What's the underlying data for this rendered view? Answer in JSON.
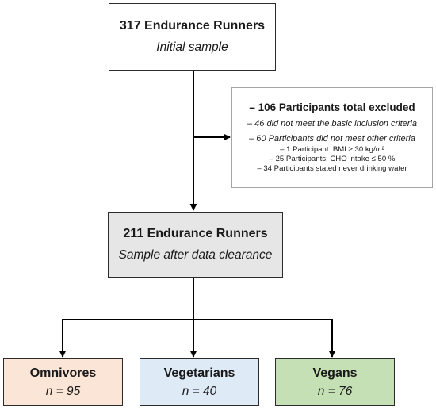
{
  "initial": {
    "title": "317 Endurance Runners",
    "subtitle": "Initial sample"
  },
  "excluded": {
    "title": "– 106 Participants total excluded",
    "line1": "– 46 did not meet the basic inclusion criteria",
    "line2": "– 60 Participants did not meet other criteria",
    "sub1": "– 1 Participant: BMI ≥ 30 kg/m²",
    "sub2": "– 25 Participants: CHO intake ≤ 50 %",
    "sub3": "– 34 Participants stated never drinking water"
  },
  "after_clearance": {
    "title": "211 Endurance Runners",
    "subtitle": "Sample after data clearance"
  },
  "groups": [
    {
      "label": "Omnivores",
      "n": "n = 95",
      "color": "#fbe5d6"
    },
    {
      "label": "Vegetarians",
      "n": "n = 40",
      "color": "#deebf7"
    },
    {
      "label": "Vegans",
      "n": "n = 76",
      "color": "#c5e0b4"
    }
  ],
  "colors": {
    "line": "#000000",
    "clearance_fill": "#e6e6e6"
  }
}
